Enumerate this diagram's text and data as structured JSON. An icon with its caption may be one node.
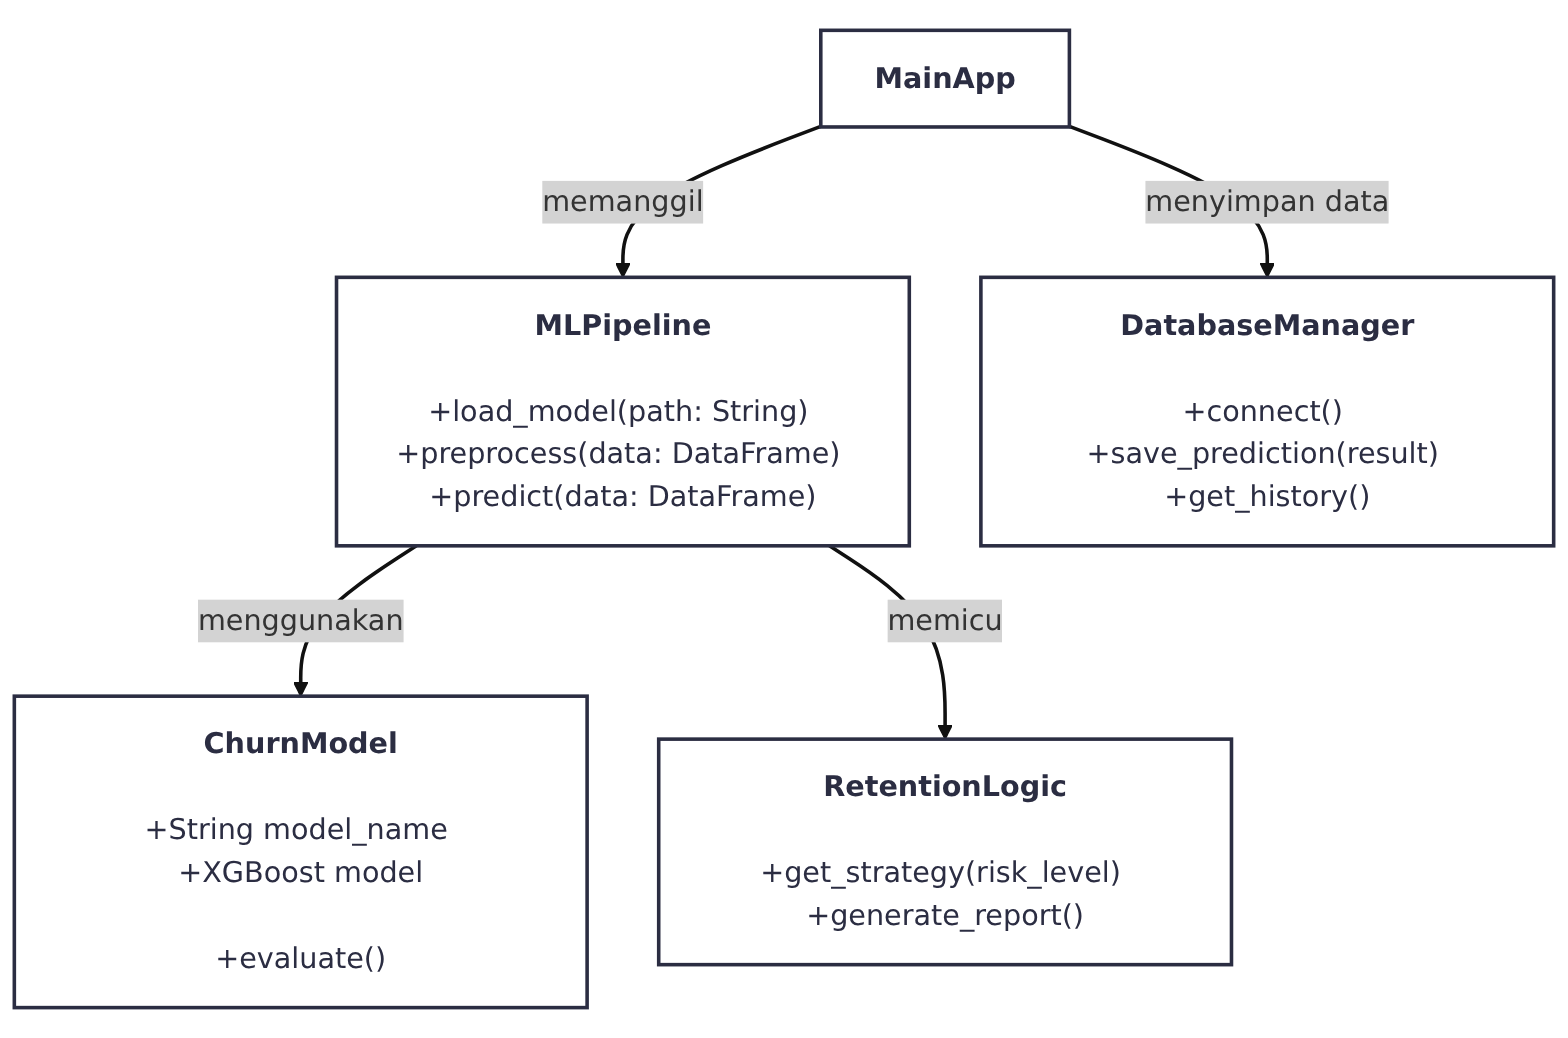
{
  "diagram": {
    "nodes": [
      {
        "text": [
          "MainApp"
        ]
      },
      {
        "text": [
          "MLPipeline",
          "+load_model(path: String) +preprocess(data: DataFrame) +predict(data: DataFrame)"
        ]
      },
      {
        "text": [
          "DatabaseManager",
          "+connect() +save_prediction(result) +get_history()"
        ]
      },
      {
        "text": [
          "ChurnModel",
          "+String model_name +XGBoost model",
          "+evaluate()"
        ]
      },
      {
        "text": [
          "RetentionLogic",
          "+get_strategy(risk_level) +generate_report()"
        ]
      }
    ],
    "edges": [
      {
        "from": 0,
        "to": 1,
        "arrow": "to",
        "label": "memanggil"
      },
      {
        "from": 0,
        "to": 2,
        "arrow": "to",
        "label": "menyimpan data"
      },
      {
        "from": 1,
        "to": 3,
        "arrow": "to",
        "label": "menggunakan"
      },
      {
        "from": 1,
        "to": 4,
        "arrow": "to",
        "label": "memicu"
      }
    ]
  }
}
